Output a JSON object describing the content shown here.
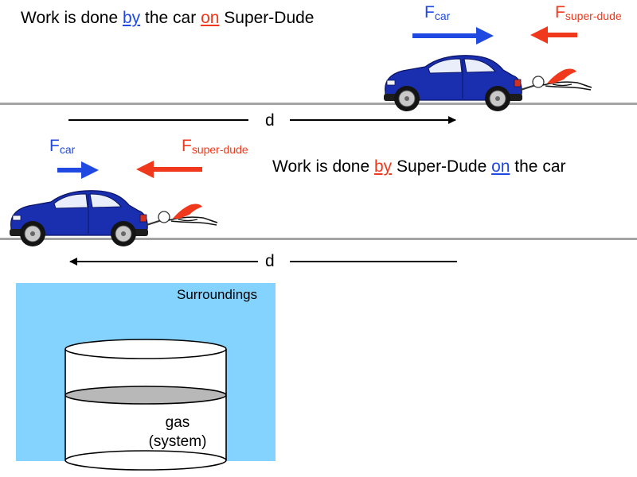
{
  "scene1": {
    "caption": {
      "p1": "Work is done ",
      "by": "by",
      "p2": " the car ",
      "on": "on",
      "p3": " Super-Dude"
    },
    "f_car": {
      "base": "F",
      "sub": "car"
    },
    "f_super": {
      "base": "F",
      "sub": "super-dude"
    },
    "distance_label": "d"
  },
  "scene2": {
    "caption": {
      "p1": "Work is done ",
      "by": "by",
      "p2": " Super-Dude ",
      "on": "on",
      "p3": " the car"
    },
    "f_car": {
      "base": "F",
      "sub": "car"
    },
    "f_super": {
      "base": "F",
      "sub": "super-dude"
    },
    "distance_label": "d"
  },
  "scene3": {
    "surroundings_label": "Surroundings",
    "gas_label": {
      "line1": "gas",
      "line2": "(system)"
    }
  },
  "colors": {
    "car_force": "#1f49e0",
    "super_force": "#f0381c",
    "car_body": "#1a2fb0",
    "road": "#a4a4a4",
    "surroundings": "#84d3ff",
    "piston": "#b8b8b8"
  }
}
